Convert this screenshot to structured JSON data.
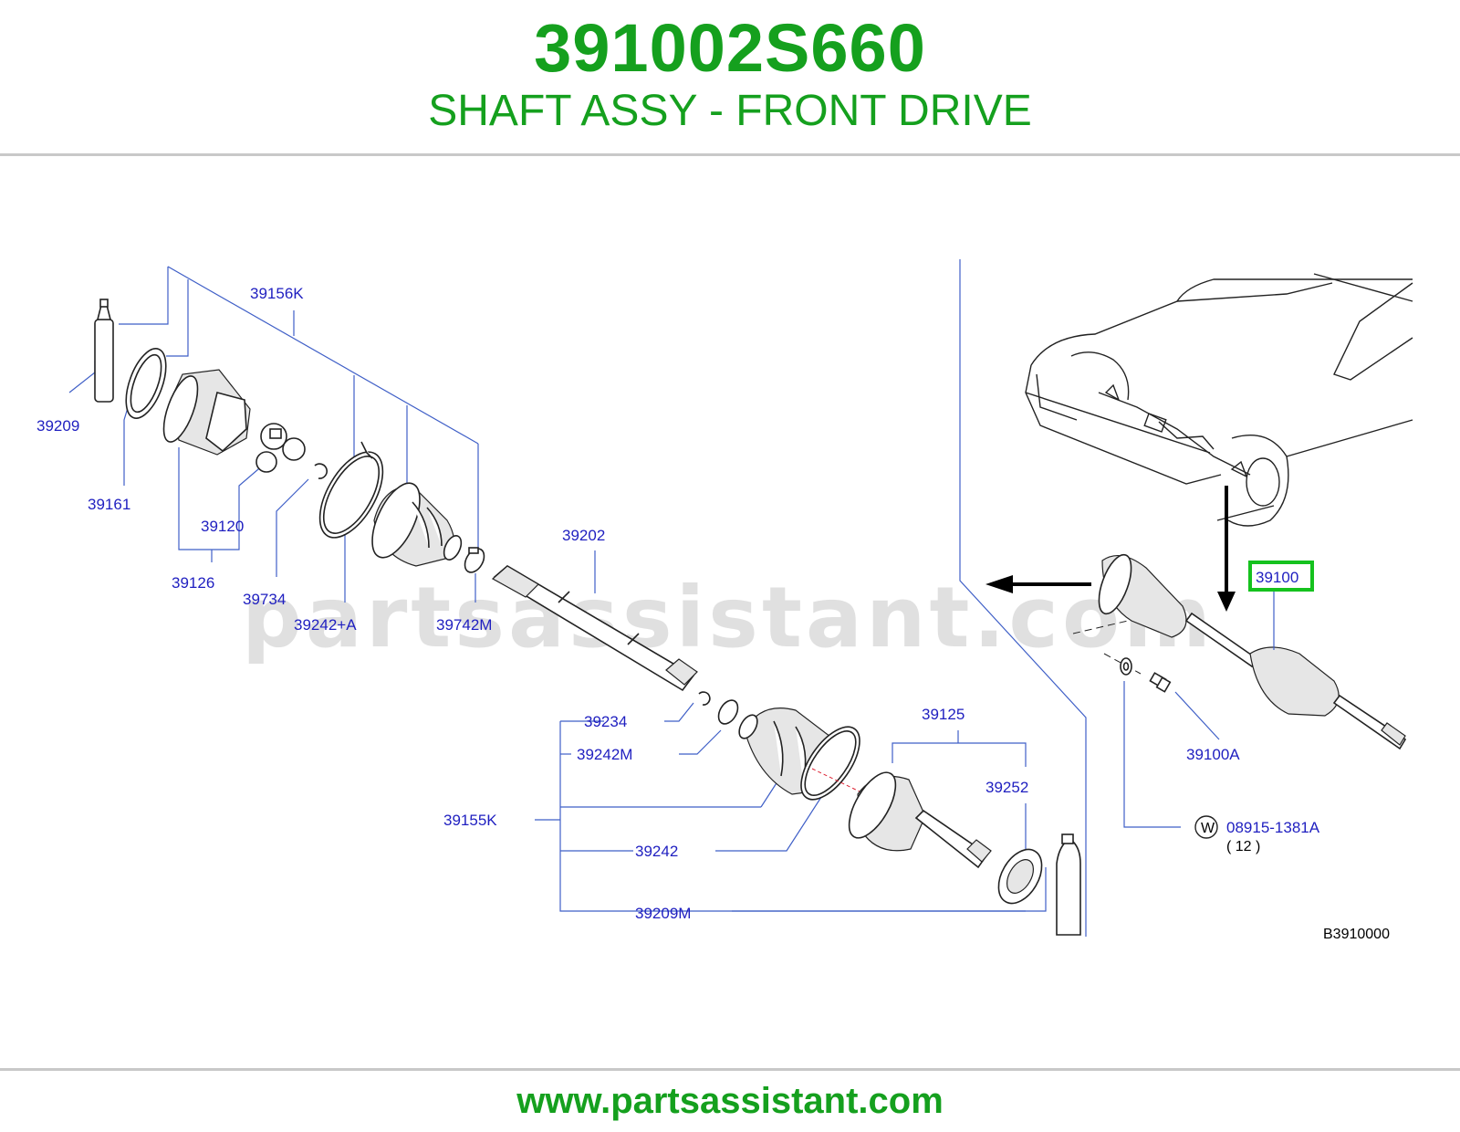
{
  "header": {
    "part_number": "391002S660",
    "part_name": "SHAFT ASSY - FRONT DRIVE"
  },
  "footer": {
    "website": "www.partsassistant.com"
  },
  "watermark": "partsassistant.com",
  "diagram": {
    "reference_code": "B3910000",
    "highlighted_part": "39100",
    "highlight_color": "#15c21e",
    "label_color": "#1f1fc0",
    "labels": {
      "p39156K": "39156K",
      "p39209": "39209",
      "p39161": "39161",
      "p39120": "39120",
      "p39126": "39126",
      "p39734": "39734",
      "p39242A": "39242+A",
      "p39742M": "39742M",
      "p39202": "39202",
      "p39234": "39234",
      "p39242M": "39242M",
      "p39155K": "39155K",
      "p39242": "39242",
      "p39209M": "39209M",
      "p39125": "39125",
      "p39252": "39252",
      "p39100": "39100",
      "p39100A": "39100A",
      "p08915": "08915-1381A",
      "p08915_qty": "( 12 )",
      "washer_symbol": "W"
    }
  }
}
